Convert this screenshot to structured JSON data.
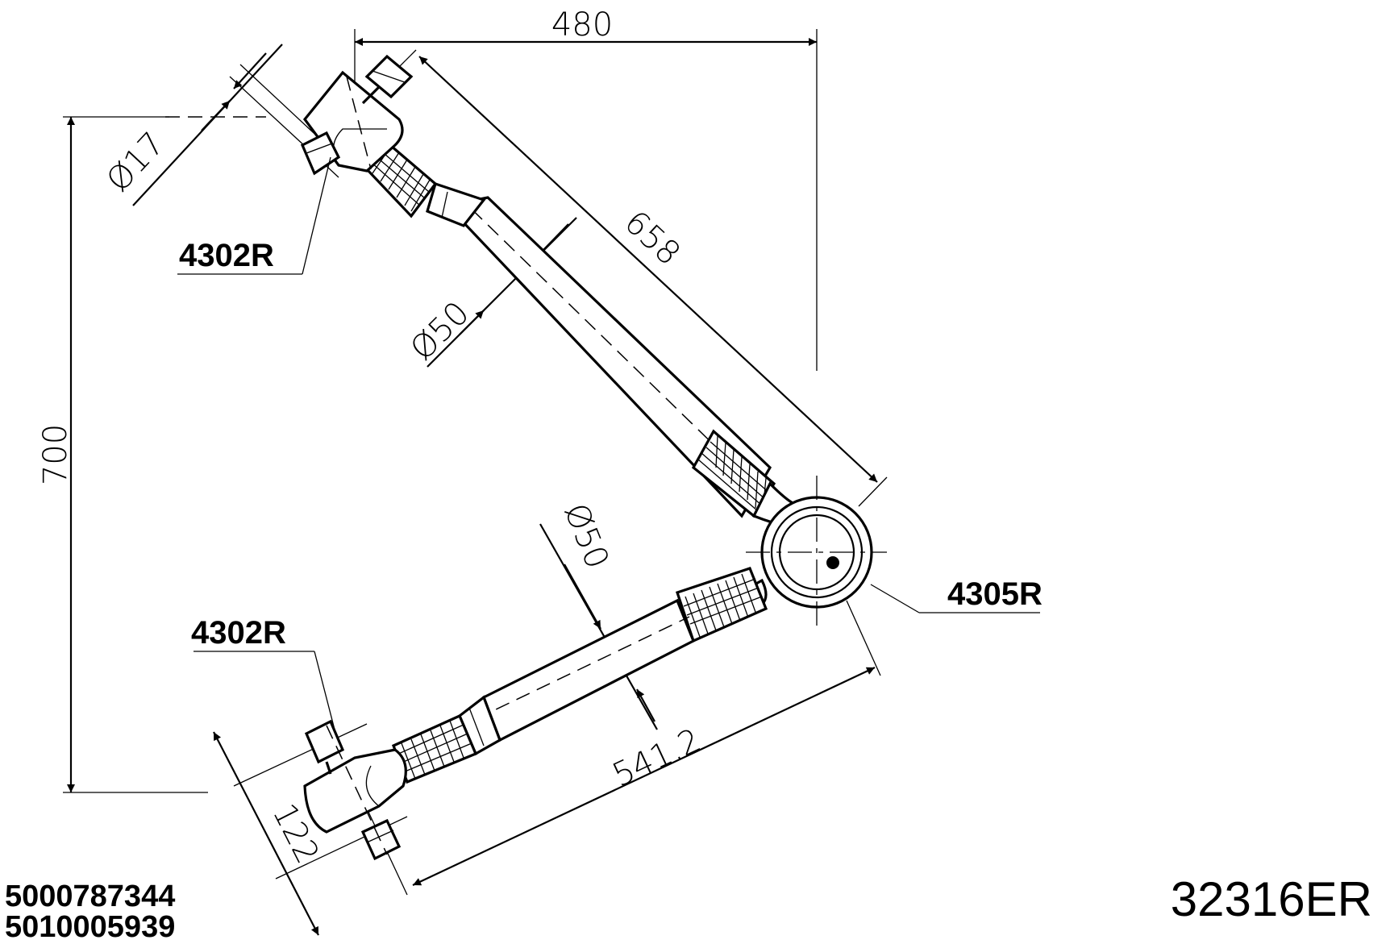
{
  "title": "32316ER",
  "part_numbers": [
    "5000787344",
    "5010005939"
  ],
  "dimensions": {
    "width_top": "480",
    "height_left": "700",
    "upper_arm_length": "658",
    "lower_arm_length": "541.2",
    "upper_tube_diameter": "Ø50",
    "lower_tube_diameter": "Ø50",
    "pin_diameter": "Ø17",
    "end_width": "122"
  },
  "callouts": {
    "upper_joint": "4302R",
    "lower_joint": "4302R",
    "center_bushing": "4305R"
  }
}
